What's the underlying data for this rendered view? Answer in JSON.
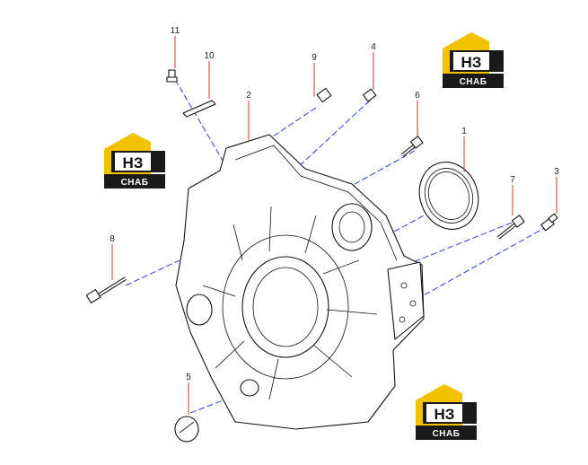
{
  "callouts": [
    {
      "id": "1",
      "label": "1"
    },
    {
      "id": "2",
      "label": "2"
    },
    {
      "id": "3",
      "label": "3"
    },
    {
      "id": "4",
      "label": "4"
    },
    {
      "id": "5",
      "label": "5"
    },
    {
      "id": "6",
      "label": "6"
    },
    {
      "id": "7",
      "label": "7"
    },
    {
      "id": "8",
      "label": "8"
    },
    {
      "id": "9",
      "label": "9"
    },
    {
      "id": "10",
      "label": "10"
    },
    {
      "id": "11",
      "label": "11"
    }
  ],
  "watermark": {
    "mark": "НЗ",
    "text": "СНАБ"
  },
  "colors": {
    "leader": "#c0392b",
    "axis": "#1a2bd1",
    "logo_yellow": "#f2c200",
    "logo_dark": "#1a1a1a"
  }
}
